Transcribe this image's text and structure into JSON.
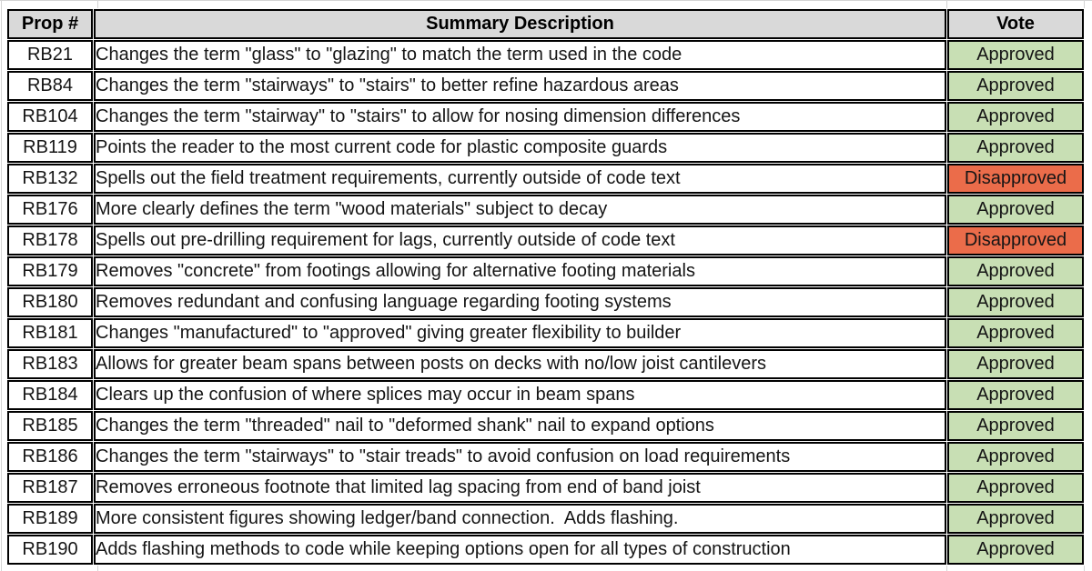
{
  "colors": {
    "header_bg": "#d9d9d9",
    "approved_bg": "#c8dfb4",
    "disapproved_bg": "#eb6c4a",
    "border": "#000000",
    "gridline": "#d4d4d4"
  },
  "table": {
    "columns": [
      {
        "key": "prop",
        "label": "Prop #"
      },
      {
        "key": "description",
        "label": "Summary Description"
      },
      {
        "key": "vote",
        "label": "Vote"
      }
    ],
    "vote_states": {
      "approved": "Approved",
      "disapproved": "Disapproved"
    },
    "rows": [
      {
        "prop": "RB21",
        "description": "Changes the term \"glass\" to \"glazing\" to match the term used in the code",
        "vote": "Approved"
      },
      {
        "prop": "RB84",
        "description": "Changes the term \"stairways\" to \"stairs\" to better refine hazardous areas",
        "vote": "Approved"
      },
      {
        "prop": "RB104",
        "description": "Changes the term \"stairway\" to \"stairs\" to allow for nosing dimension differences",
        "vote": "Approved"
      },
      {
        "prop": "RB119",
        "description": "Points the reader to the most current code for plastic composite guards",
        "vote": "Approved"
      },
      {
        "prop": "RB132",
        "description": "Spells out the field treatment requirements, currently outside of code text",
        "vote": "Disapproved"
      },
      {
        "prop": "RB176",
        "description": "More clearly defines the term \"wood materials\" subject to decay",
        "vote": "Approved"
      },
      {
        "prop": "RB178",
        "description": "Spells out pre-drilling requirement for lags, currently outside of code text",
        "vote": "Disapproved"
      },
      {
        "prop": "RB179",
        "description": "Removes \"concrete\" from footings allowing for alternative footing materials",
        "vote": "Approved"
      },
      {
        "prop": "RB180",
        "description": "Removes redundant and confusing language regarding footing systems",
        "vote": "Approved"
      },
      {
        "prop": "RB181",
        "description": "Changes \"manufactured\" to \"approved\" giving greater flexibility to builder",
        "vote": "Approved"
      },
      {
        "prop": "RB183",
        "description": "Allows for greater beam spans between posts on decks with no/low joist cantilevers",
        "vote": "Approved"
      },
      {
        "prop": "RB184",
        "description": "Clears up the confusion of where splices may occur in beam spans",
        "vote": "Approved"
      },
      {
        "prop": "RB185",
        "description": "Changes the term \"threaded\" nail to \"deformed shank\" nail to expand options",
        "vote": "Approved"
      },
      {
        "prop": "RB186",
        "description": "Changes the term \"stairways\" to \"stair treads\" to avoid confusion on load requirements",
        "vote": "Approved"
      },
      {
        "prop": "RB187",
        "description": "Removes erroneous footnote that limited lag spacing from end of band joist",
        "vote": "Approved"
      },
      {
        "prop": "RB189",
        "description": "More consistent figures showing ledger/band connection.  Adds flashing.",
        "vote": "Approved"
      },
      {
        "prop": "RB190",
        "description": "Adds flashing methods to code while keeping options open for all types of construction",
        "vote": "Approved"
      }
    ]
  }
}
